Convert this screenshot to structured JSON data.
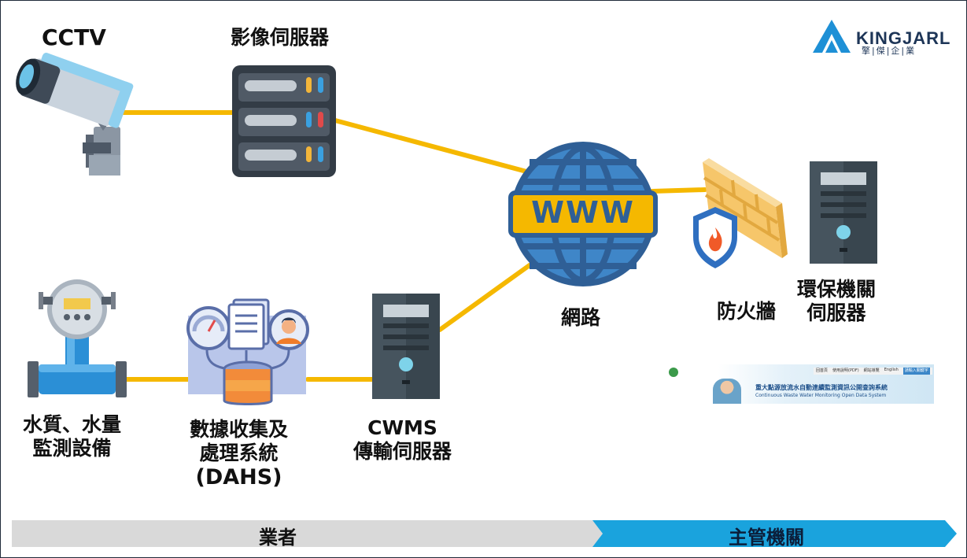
{
  "brand": {
    "name": "KINGJARL",
    "subtitle": "擎|傑|企|業",
    "color": "#1d3557",
    "accent": "#1e90d6"
  },
  "nodes": {
    "cctv": {
      "label": "CCTV",
      "icon": "cctv-camera-icon"
    },
    "video_server": {
      "label": "影像伺服器",
      "icon": "server-rack-icon"
    },
    "network": {
      "label": "網路",
      "icon": "www-globe-icon",
      "globe_text": "WWW"
    },
    "firewall": {
      "label": "防火牆",
      "icon": "firewall-icon"
    },
    "epa_server": {
      "label_lines": [
        "環保機關",
        "伺服器"
      ],
      "icon": "tower-server-icon"
    },
    "meter": {
      "label_lines": [
        "水質、水量",
        "監測設備"
      ],
      "icon": "flow-meter-icon"
    },
    "dahs": {
      "label_lines": [
        "數據收集及",
        "處理系統",
        "(DAHS)"
      ],
      "icon": "data-collection-icon"
    },
    "cwms": {
      "label_lines": [
        "CWMS",
        "傳輸伺服器"
      ],
      "icon": "tower-server-icon"
    }
  },
  "website_thumb": {
    "title": "重大點源放流水自動連續監測資訊公開查詢系統",
    "subtitle": "Continuous Waste Water Monitoring Open Data System",
    "nav": [
      "回首頁",
      "使用說明(PDF)",
      "網站導覽",
      "English",
      "請輸入關鍵字"
    ]
  },
  "footer": {
    "left_label": "業者",
    "right_label": "主管機關",
    "left_color": "#d9d9d9",
    "right_color": "#1aa3dd"
  },
  "colors": {
    "link": "#f5b800",
    "globe": "#2f5f96",
    "globe_band": "#f5b800"
  }
}
